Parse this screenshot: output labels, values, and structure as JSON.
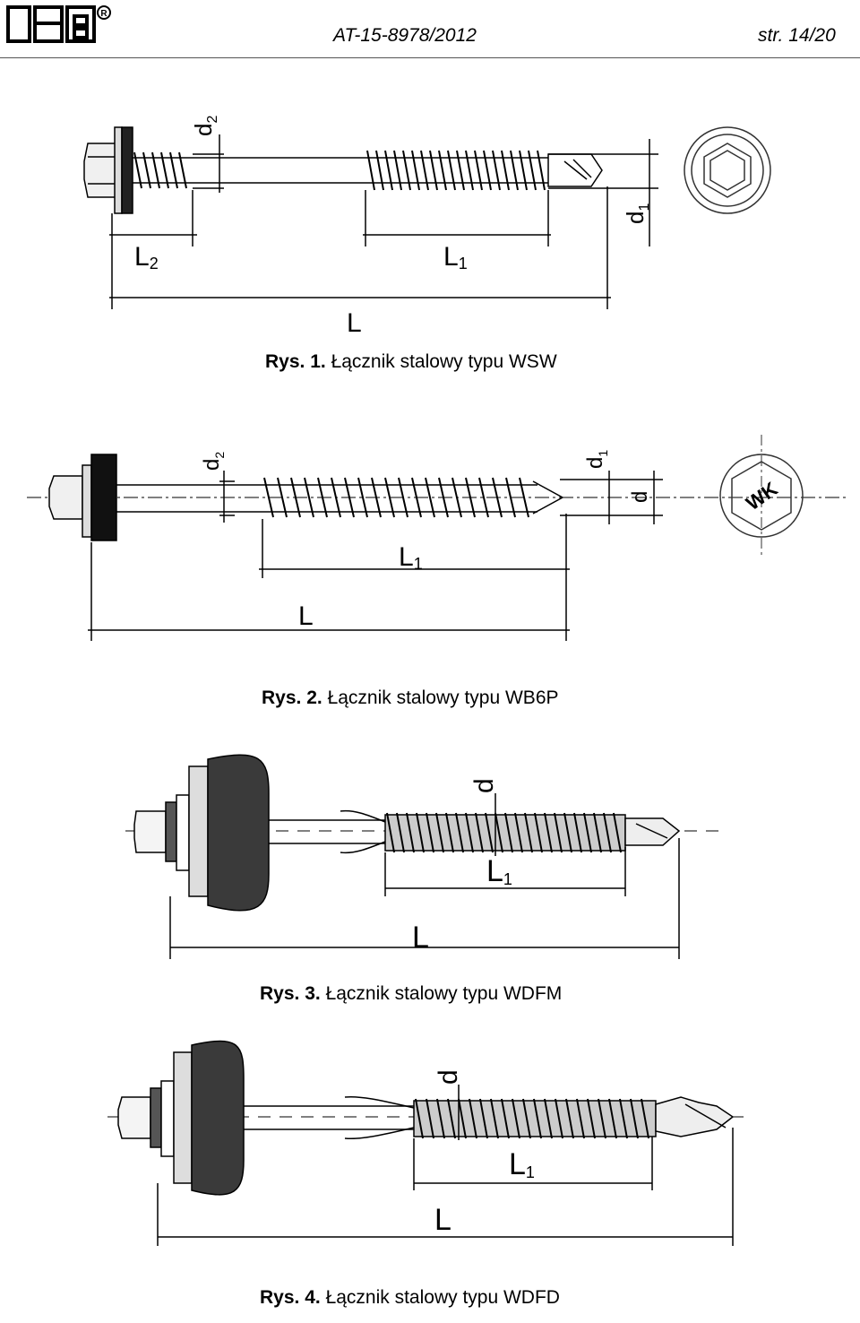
{
  "header": {
    "logo_text": "ITB",
    "doc_number": "AT-15-8978/2012",
    "page_number": "str. 14/20"
  },
  "figures": [
    {
      "caption_bold": "Rys. 1.",
      "caption_text": "Łącznik stalowy typu WSW",
      "dim_labels": {
        "d2": "d",
        "d2_sub": "2",
        "d1": "d",
        "d1_sub": "1",
        "L2": "L",
        "L2_sub": "2",
        "L1": "L",
        "L1_sub": "1",
        "L": "L"
      }
    },
    {
      "caption_bold": "Rys. 2.",
      "caption_text": "Łącznik stalowy typu WB6P",
      "dim_labels": {
        "d2": "d",
        "d2_sub": "2",
        "d1": "d",
        "d1_sub": "1",
        "d": "d",
        "L1": "L",
        "L1_sub": "1",
        "L": "L"
      },
      "head_mark": "WK"
    },
    {
      "caption_bold": "Rys. 3.",
      "caption_text": "Łącznik stalowy typu WDFM",
      "dim_labels": {
        "d": "d",
        "L1": "L",
        "L1_sub": "1",
        "L": "L"
      }
    },
    {
      "caption_bold": "Rys. 4.",
      "caption_text": "Łącznik stalowy typu WDFD",
      "dim_labels": {
        "d": "d",
        "L1": "L",
        "L1_sub": "1",
        "L": "L"
      }
    }
  ]
}
